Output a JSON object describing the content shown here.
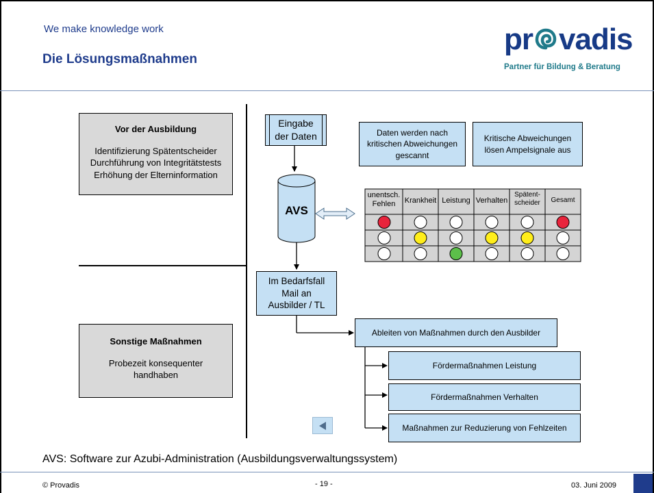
{
  "header": {
    "tagline": "We make knowledge work",
    "title": "Die Lösungsmaßnahmen",
    "logo": {
      "text_left": "pr",
      "text_right": "vadis",
      "subtitle": "Partner für Bildung & Beratung"
    }
  },
  "left": {
    "before": {
      "heading": "Vor der Ausbildung",
      "lines": [
        "Identifizierung Spätentscheider",
        "Durchführung von Integritätstests",
        "Erhöhung der Elterninformation"
      ]
    },
    "other": {
      "heading": "Sonstige Maßnahmen",
      "lines": [
        "Probezeit konsequenter",
        "handhaben"
      ]
    }
  },
  "flow": {
    "input": [
      "Eingabe",
      "der Daten"
    ],
    "avs": "AVS",
    "scan": [
      "Daten werden nach",
      "kritischen Abweichungen",
      "gescannt"
    ],
    "signals": [
      "Kritische Abweichungen",
      "lösen Ampelsignale aus"
    ],
    "mail": [
      "Im Bedarfsfall",
      "Mail an",
      "Ausbilder / TL"
    ],
    "derive": "Ableiten von Maßnahmen durch den Ausbilder",
    "measures": [
      "Fördermaßnahmen Leistung",
      "Fördermaßnahmen Verhalten",
      "Maßnahmen zur Reduzierung von Fehlzeiten"
    ]
  },
  "signal_table": {
    "columns": [
      [
        "unentsch.",
        "Fehlen"
      ],
      [
        "Krankheit"
      ],
      [
        "Leistung"
      ],
      [
        "Verhalten"
      ],
      [
        "Spätent-",
        "scheider"
      ],
      [
        "Gesamt"
      ]
    ],
    "rows": [
      [
        "red",
        "none",
        "none",
        "none",
        "none",
        "red"
      ],
      [
        "none",
        "yellow",
        "none",
        "yellow",
        "yellow",
        "none"
      ],
      [
        "none",
        "none",
        "green",
        "none",
        "none",
        "none"
      ]
    ]
  },
  "colors": {
    "red": "#e8243c",
    "yellow": "#ffee1a",
    "green": "#5cbf4a",
    "none": "#ffffff",
    "box_blue": "#c5e0f4",
    "title_blue": "#1f3c8c"
  },
  "footnote": "AVS: Software zur Azubi-Administration (Ausbildungsverwaltungssystem)",
  "footer": {
    "copyright": "© Provadis",
    "page": "- 19 -",
    "date": "03. Juni 2009"
  },
  "nav": {
    "back_icon": "triangle-left-icon"
  }
}
